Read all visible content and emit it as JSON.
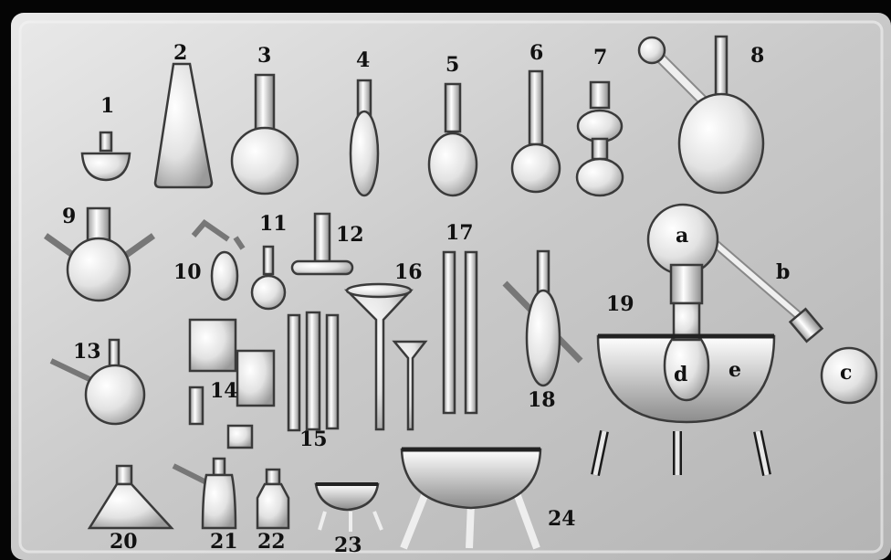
{
  "labels": {
    "n1": "1",
    "n2": "2",
    "n3": "3",
    "n4": "4",
    "n5": "5",
    "n6": "6",
    "n7": "7",
    "n8": "8",
    "n9": "9",
    "n10": "10",
    "n11": "11",
    "n12": "12",
    "n13": "13",
    "n14": "14",
    "n15": "15",
    "n16": "16",
    "n17": "17",
    "n18": "18",
    "n19": "19",
    "n20": "20",
    "n21": "21",
    "n22": "22",
    "n23": "23",
    "n24": "24",
    "a": "a",
    "b": "b",
    "c": "c",
    "d": "d",
    "e": "e"
  }
}
